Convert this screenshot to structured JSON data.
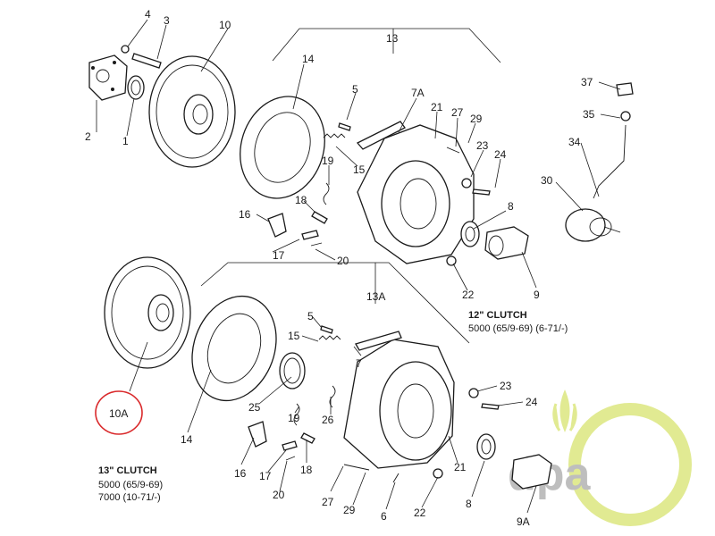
{
  "labels": {
    "p1": "1",
    "p2": "2",
    "p3": "3",
    "p4": "4",
    "p10": "10",
    "p13": "13",
    "p14": "14",
    "p5": "5",
    "p7a": "7A",
    "p21": "21",
    "p27": "27",
    "p29": "29",
    "p23": "23",
    "p24": "24",
    "p15": "15",
    "p19": "19",
    "p18": "18",
    "p16": "16",
    "p17": "17",
    "p20": "20",
    "p8": "8",
    "p22": "22",
    "p9": "9",
    "p30": "30",
    "p37": "37",
    "p35": "35",
    "p34": "34",
    "p10a": "10A",
    "p13a": "13A",
    "lp5": "5",
    "lp15": "15",
    "lp7": "7",
    "lp25": "25",
    "lp19": "19",
    "lp26": "26",
    "lp14": "14",
    "lp16": "16",
    "lp17": "17",
    "lp18": "18",
    "lp20": "20",
    "lp27": "27",
    "lp29": "29",
    "lp6": "6",
    "lp22": "22",
    "lp21": "21",
    "lp8": "8",
    "lp23": "23",
    "lp24": "24",
    "lp9a": "9A"
  },
  "captions": {
    "clutch12_title": "12\" CLUTCH",
    "clutch12_models": "5000 (65/9-69) (6-71/-)",
    "clutch13_title": "13\" CLUTCH",
    "clutch13_line1": "5000 (65/9-69)",
    "clutch13_line2": "7000 (10-71/-)"
  },
  "logo": {
    "text": "dpa"
  },
  "colors": {
    "highlight": "#d9292b",
    "logo_green": "#c9d93a",
    "logo_grey": "#8a8a8a"
  }
}
